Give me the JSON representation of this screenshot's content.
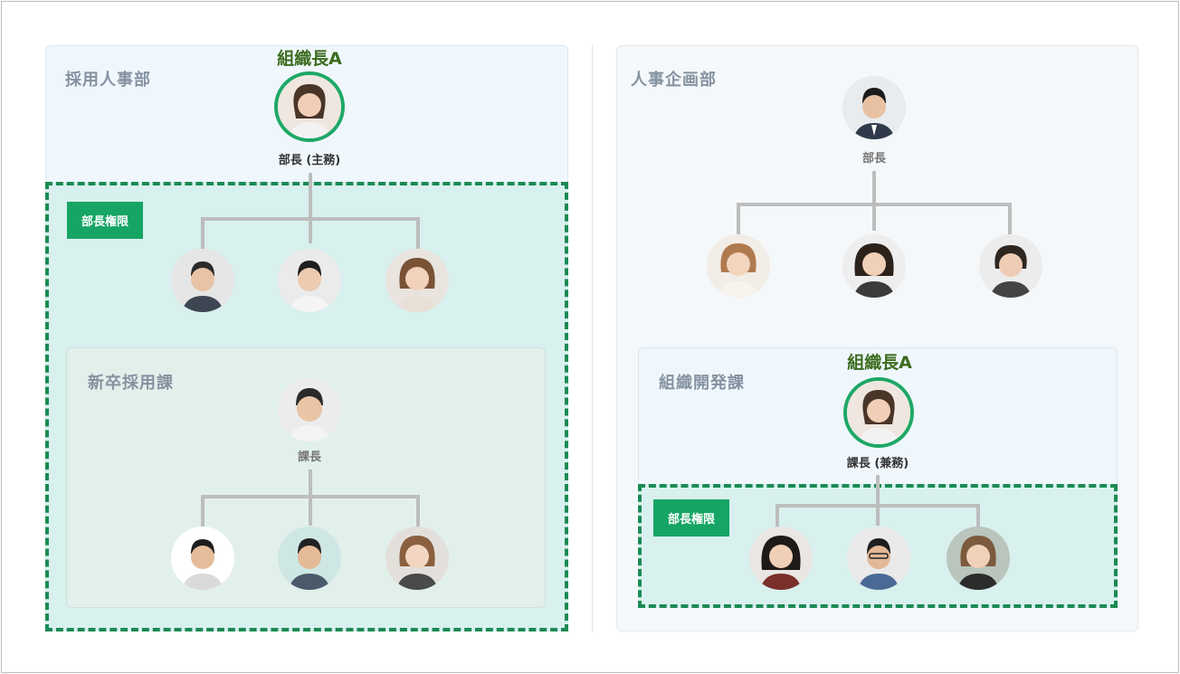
{
  "left_dept": {
    "title": "採用人事部",
    "org_head_label": "組織長A",
    "head_role": "部長 (主務)",
    "authority_badge": "部長権限",
    "sub_section": {
      "title": "新卒採用課",
      "head_role": "課長"
    }
  },
  "right_dept": {
    "title": "人事企画部",
    "head_role": "部長",
    "sub_section": {
      "title": "組織開発課",
      "org_head_label": "組織長A",
      "head_role": "課長 (兼務)",
      "authority_badge": "部長権限"
    }
  },
  "colors": {
    "authority_green": "#16a564",
    "dashed_border": "#1b8a54",
    "ring_green": "#1ea866",
    "org_head_text": "#3c6b1e"
  },
  "icons": {
    "member": "person-avatar-icon"
  }
}
